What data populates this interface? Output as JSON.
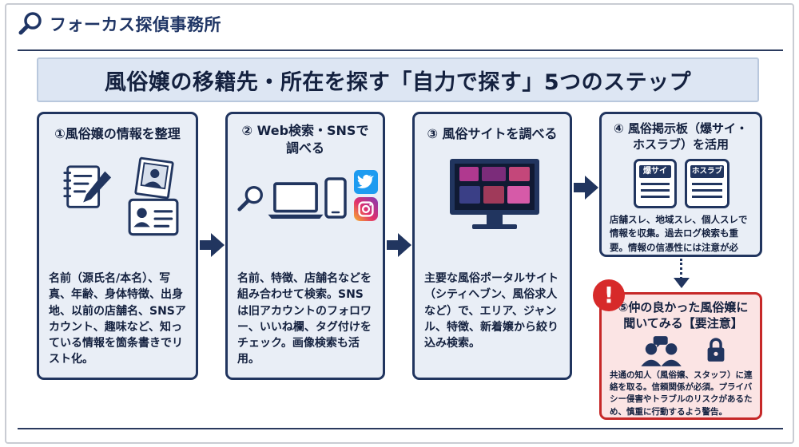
{
  "brand": {
    "name": "フォーカス探偵事務所",
    "logo_icon": "magnifier-icon"
  },
  "banner": {
    "title": "風俗嬢の移籍先・所在を探す「自力で探す」5つのステップ"
  },
  "steps": [
    {
      "title": "①風俗嬢の情報を整理",
      "description": "名前（源氏名/本名）、写真、年齢、身体特徴、出身地、以前の店舗名、SNSアカウント、趣味など、知っている情報を箇条書きでリスト化。",
      "icons": [
        "notebook-pen-icon",
        "photo-card-icon",
        "id-card-icon"
      ]
    },
    {
      "title_line1": "② Web検索・SNSで",
      "title_line2": "調べる",
      "description": "名前、特徴、店舗名などを組み合わせて検索。SNSは旧アカウントのフォロワー、いいね欄、タグ付けをチェック。画像検索も活用。",
      "icons": [
        "magnifier-icon",
        "laptop-icon",
        "smartphone-icon",
        "twitter-icon",
        "instagram-icon"
      ]
    },
    {
      "title": "③ 風俗サイトを調べる",
      "description": "主要な風俗ポータルサイト（シティヘブン、風俗求人など）で、エリア、ジャンル、特徴、新着嬢から絞り込み検索。",
      "icons": [
        "monitor-icon"
      ]
    },
    {
      "title_line1": "④ 風俗掲示板（爆サイ・",
      "title_line2": "ホスラブ）を活用",
      "phone_label_1": "爆サイ",
      "phone_label_2": "ホスラブ",
      "description": "店舗スレ、地域スレ、個人スレで情報を収集。過去ログ検索も重要。情報の信憑性には注意が必要。",
      "icons": [
        "phone-bakusai-icon",
        "phone-hosulove-icon"
      ]
    },
    {
      "title_line1": "⑤仲の良かった風俗嬢に",
      "title_line2": "聞いてみる【要注意】",
      "description": "共通の知人（風俗嬢、スタッフ）に連絡を取る。信頼関係が必須。プライバシー侵害やトラブルのリスクがあるため、慎重に行動するよう警告。",
      "alert": "!",
      "icons": [
        "people-chat-icon",
        "lock-icon"
      ]
    }
  ],
  "colors": {
    "navy": "#21355f",
    "card_bg": "#e9eef6",
    "banner_bg": "#dde6f3",
    "warn_bg": "#fbe4e4",
    "warn_border": "#c62828",
    "alert": "#d72a2a"
  }
}
